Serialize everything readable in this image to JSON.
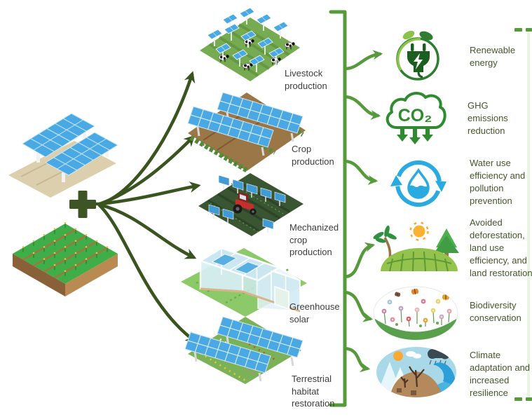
{
  "left_inputs": {
    "solar_icon": "solar-panel-array",
    "plus_icon": "plus-sign",
    "field_icon": "crop-field"
  },
  "pathways": [
    {
      "label": "Livestock production",
      "icon": "livestock-solar-illustration"
    },
    {
      "label": "Crop production",
      "icon": "crop-solar-illustration"
    },
    {
      "label": "Mechanized crop production",
      "icon": "mechanized-crop-solar-illustration"
    },
    {
      "label": "Greenhouse solar",
      "icon": "greenhouse-solar-illustration"
    },
    {
      "label": "Terrestrial habitat restoration",
      "icon": "terrestrial-habitat-solar-illustration"
    }
  ],
  "benefits": [
    {
      "label": "Renewable energy",
      "icon": "plug-leaves-icon"
    },
    {
      "label": "GHG emissions reduction",
      "icon": "co2-cloud-icon",
      "icon_text": "CO₂"
    },
    {
      "label": "Water use efficiency and pollution prevention",
      "icon": "water-drop-cycle-icon"
    },
    {
      "label": "Avoided deforestation, land use efficiency, and land restoration",
      "icon": "landscape-trees-sun-icon"
    },
    {
      "label": "Biodiversity conservation",
      "icon": "wildflowers-butterflies-icon"
    },
    {
      "label": "Climate adaptation and increased resilience",
      "icon": "climate-scene-icon"
    }
  ],
  "colors": {
    "fan_arrow": "#3a5420",
    "bracket": "#569a3c",
    "pathway_label": "#3c3c3c",
    "benefit_label": "#44562b",
    "panel_blue": "#49a9e4",
    "co2_green": "#2e8b2e",
    "water_blue": "#29abe2"
  }
}
